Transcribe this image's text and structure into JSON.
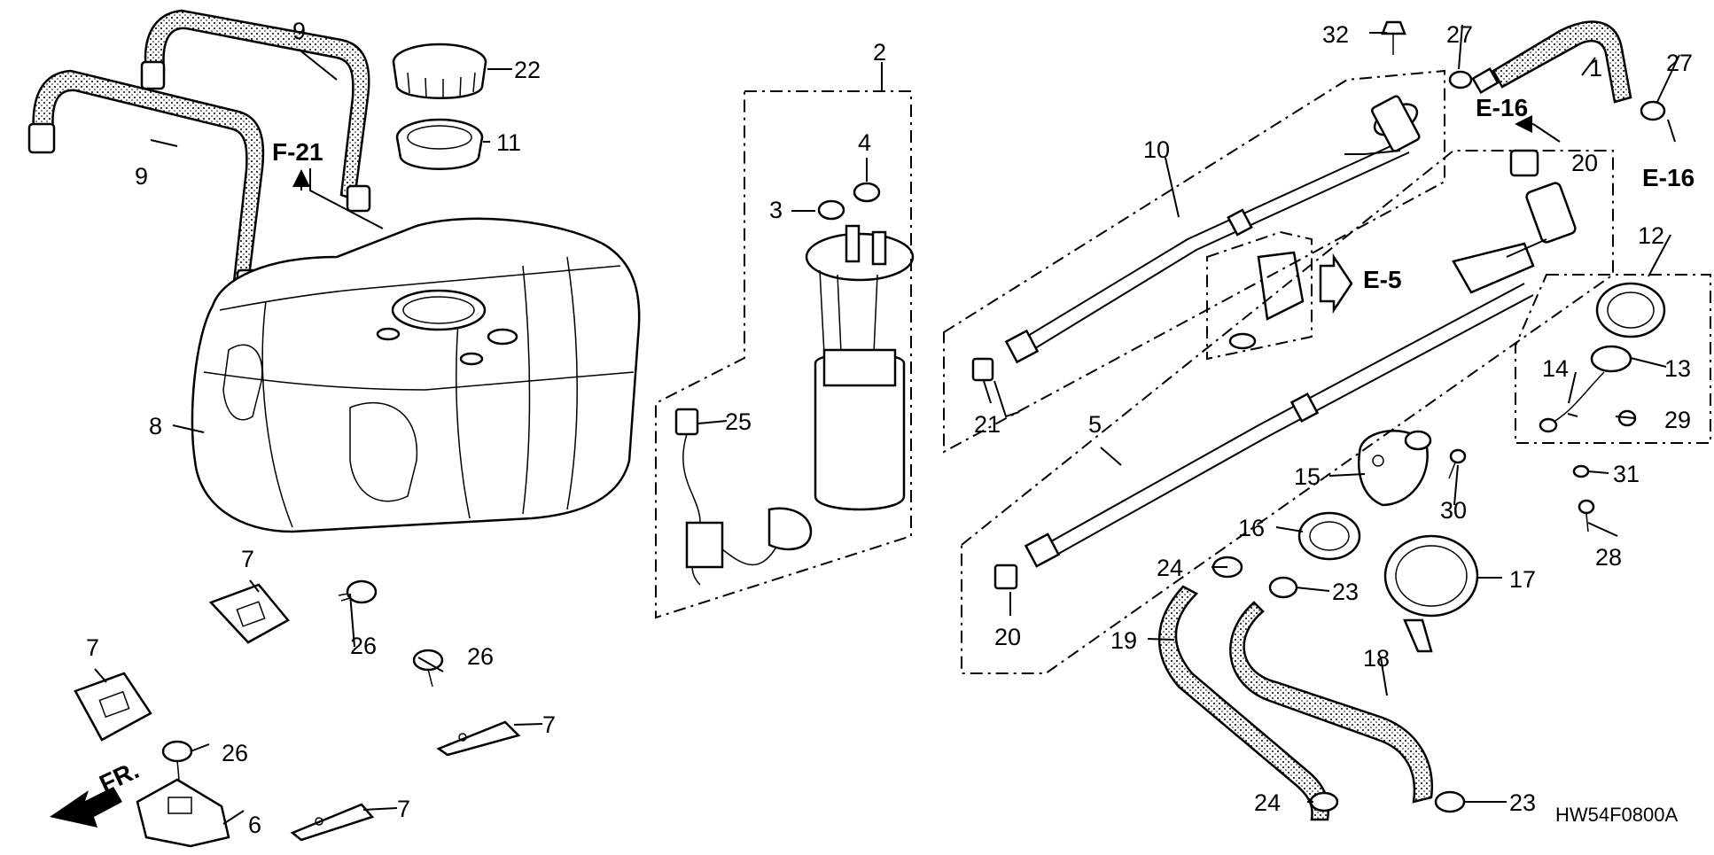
{
  "diagram": {
    "diagram_code": "HW54F0800A",
    "front_marker": "FR.",
    "callouts": {
      "c1": "1",
      "c2": "2",
      "c3": "3",
      "c4": "4",
      "c5": "5",
      "c6": "6",
      "c7a": "7",
      "c7b": "7",
      "c7c": "7",
      "c7d": "7",
      "c8": "8",
      "c9a": "9",
      "c9b": "9",
      "c10": "10",
      "c11": "11",
      "c12": "12",
      "c13": "13",
      "c14": "14",
      "c15": "15",
      "c16": "16",
      "c17": "17",
      "c18": "18",
      "c19": "19",
      "c20a": "20",
      "c20b": "20",
      "c21": "21",
      "c22": "22",
      "c23a": "23",
      "c23b": "23",
      "c24a": "24",
      "c24b": "24",
      "c25": "25",
      "c26a": "26",
      "c26b": "26",
      "c26c": "26",
      "c27a": "27",
      "c27b": "27",
      "c28": "28",
      "c29": "29",
      "c30": "30",
      "c31": "31",
      "c32": "32"
    },
    "section_refs": {
      "f21": "F-21",
      "e16a": "E-16",
      "e16b": "E-16",
      "e5": "E-5"
    }
  }
}
